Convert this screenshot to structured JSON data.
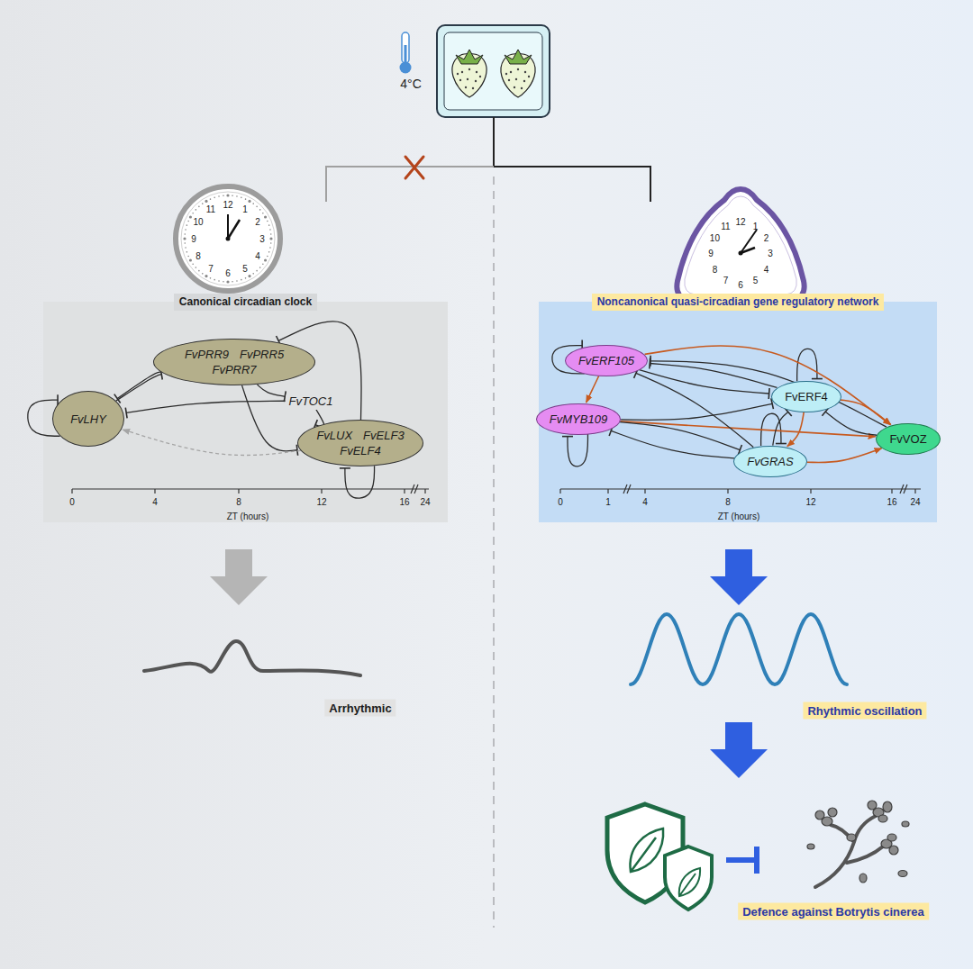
{
  "diagram": {
    "nodes": [
      {
        "text": [
          "Canonical circadian clock"
        ]
      },
      {
        "text": [
          "FvPRR9",
          "FvPRR5",
          "FvPRR7"
        ],
        "in": 0
      },
      {
        "text": [
          "FvLHY"
        ],
        "in": 0
      },
      {
        "text": [
          "FvTOC1"
        ],
        "in": 0
      },
      {
        "text": [
          "FvLUX",
          "FvELF3",
          "FvELF4"
        ],
        "in": 0
      },
      {
        "text": [
          "Noncanonical quasi-circadian gene regulatory network"
        ]
      },
      {
        "text": [
          "FvERF105"
        ],
        "in": 5
      },
      {
        "text": [
          "FvMYB109"
        ],
        "in": 5
      },
      {
        "text": [
          "FvERF4"
        ],
        "in": 5
      },
      {
        "text": [
          "FvGRAS"
        ],
        "in": 5
      },
      {
        "text": [
          "FvVOZ"
        ],
        "in": 5
      }
    ],
    "edges": [
      {
        "from": 2,
        "to": 1,
        "arrow": "to"
      },
      {
        "from": 1,
        "to": 2,
        "arrow": "to"
      },
      {
        "from": 2,
        "to": 2,
        "arrow": "to"
      },
      {
        "from": 3,
        "to": 2,
        "arrow": "to"
      },
      {
        "from": 1,
        "to": 3,
        "arrow": "to"
      },
      {
        "from": 3,
        "to": 4,
        "arrow": "to"
      },
      {
        "from": 4,
        "to": 1,
        "arrow": "to"
      },
      {
        "from": 1,
        "to": 4,
        "arrow": "to"
      },
      {
        "from": 4,
        "to": 4,
        "arrow": "to"
      },
      {
        "from": 4,
        "to": 2,
        "arrow": "to"
      },
      {
        "from": 6,
        "to": 6,
        "arrow": "to"
      },
      {
        "from": 7,
        "to": 7,
        "arrow": "to"
      },
      {
        "from": 8,
        "to": 8,
        "arrow": "to"
      },
      {
        "from": 9,
        "to": 9,
        "arrow": "to"
      },
      {
        "from": 6,
        "to": 7,
        "arrow": "to"
      },
      {
        "from": 6,
        "to": 8,
        "arrow": "to"
      },
      {
        "from": 8,
        "to": 6,
        "arrow": "to"
      },
      {
        "from": 6,
        "to": 10,
        "arrow": "to"
      },
      {
        "from": 10,
        "to": 6,
        "arrow": "to"
      },
      {
        "from": 7,
        "to": 8,
        "arrow": "to"
      },
      {
        "from": 7,
        "to": 10,
        "arrow": "to"
      },
      {
        "from": 7,
        "to": 9,
        "arrow": "to"
      },
      {
        "from": 9,
        "to": 7,
        "arrow": "to"
      },
      {
        "from": 9,
        "to": 6,
        "arrow": "to"
      },
      {
        "from": 8,
        "to": 9,
        "arrow": "to"
      },
      {
        "from": 9,
        "to": 8,
        "arrow": "to"
      },
      {
        "from": 9,
        "to": 10,
        "arrow": "to"
      },
      {
        "from": 8,
        "to": 10,
        "arrow": "to"
      },
      {
        "from": 10,
        "to": 8,
        "arrow": "to"
      }
    ],
    "labels": [
      "4°C",
      "12",
      "1",
      "2",
      "3",
      "4",
      "5",
      "6",
      "7",
      "8",
      "9",
      "10",
      "11",
      "0",
      "4",
      "8",
      "12",
      "16",
      "24",
      "ZT (hours)",
      "Arrhythmic",
      "12",
      "1",
      "2",
      "3",
      "4",
      "5",
      "6",
      "7",
      "8",
      "9",
      "10",
      "11",
      "0",
      "1",
      "4",
      "8",
      "12",
      "16",
      "24",
      "ZT (hours)",
      "Rhythmic oscillation",
      "Defence against Botrytis cinerea"
    ]
  }
}
